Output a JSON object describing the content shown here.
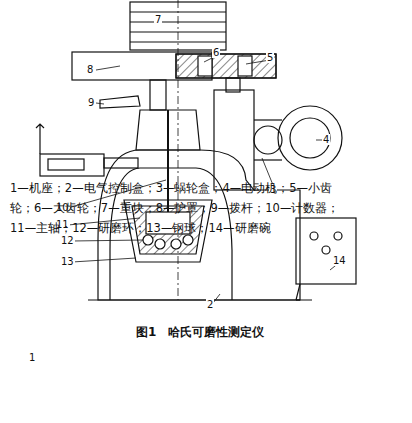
{
  "diagram": {
    "caption": "图1　哈氏可磨性测定仪",
    "labels": [
      "7",
      "6",
      "5",
      "8",
      "9",
      "4",
      "3",
      "10",
      "11",
      "12",
      "13",
      "14",
      "2",
      "1",
      "1—机座；2—电气控制盒；3—蜗轮盒；4—电动机；5—小齿轮；6—大齿轮；7—重块；8—护罩；9—拨杆；10—计数器；11—主轴；12—研磨环；13—钢球；14—研磨碗"
    ]
  }
}
